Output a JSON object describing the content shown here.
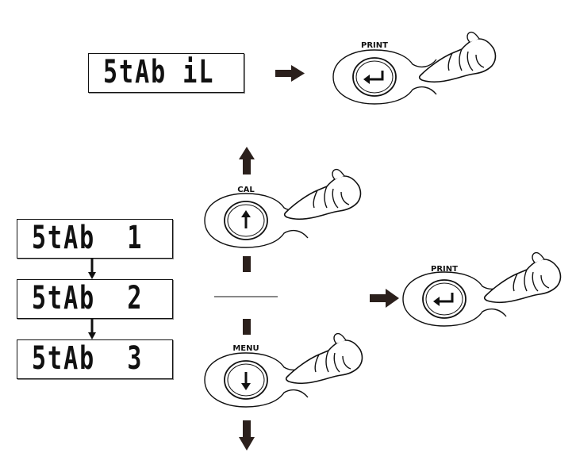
{
  "displays": {
    "stabil": "5tAb iL",
    "stab1": "5tAb  1",
    "stab2": "5tAb  2",
    "stab3": "5tAb  3"
  },
  "buttons": {
    "print_top": "PRINT",
    "cal": "CAL",
    "print_right": "PRINT",
    "menu": "MENU"
  },
  "colors": {
    "ink": "#111111",
    "arrow": "#2b201c"
  }
}
